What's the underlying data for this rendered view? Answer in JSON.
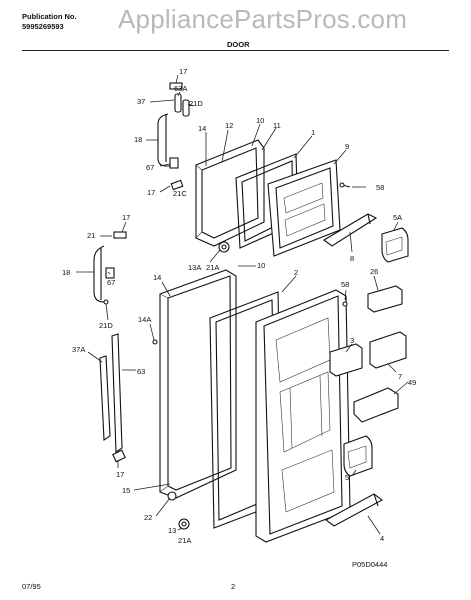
{
  "header": {
    "pub_label": "Publication No.",
    "pub_number": "5995269593",
    "section": "DOOR",
    "watermark": "AppliancePartsPros.com"
  },
  "footer": {
    "date": "07/95",
    "page": "2",
    "diagram_code": "P05D0444"
  },
  "parts": {
    "p17_top": "17",
    "p63A": "63A",
    "p37": "37",
    "p21D_top": "21D",
    "p18_top": "18",
    "p14_top": "14",
    "p12": "12",
    "p10_top": "10",
    "p11": "11",
    "p1": "1",
    "p9": "9",
    "p67_top": "67",
    "p17_mid": "17",
    "p21C": "21C",
    "p58_top": "58",
    "p5A": "5A",
    "p8": "8",
    "p13A": "13A",
    "p21A_top": "21A",
    "p10_mid": "10",
    "p26": "26",
    "p17_left": "17",
    "p21_left": "21",
    "p18_left": "18",
    "p67_left": "67",
    "p14_mid": "14",
    "p2": "2",
    "p58_mid": "58",
    "p21D_left": "21D",
    "p14A": "14A",
    "p37A": "37A",
    "p63": "63",
    "p3": "3",
    "p7": "7",
    "p49": "49",
    "p17_bot": "17",
    "p5": "5",
    "p15": "15",
    "p22": "22",
    "p13": "13",
    "p21A_bot": "21A",
    "p4": "4"
  },
  "colors": {
    "line": "#222222",
    "watermark": "#b9b9b9"
  }
}
